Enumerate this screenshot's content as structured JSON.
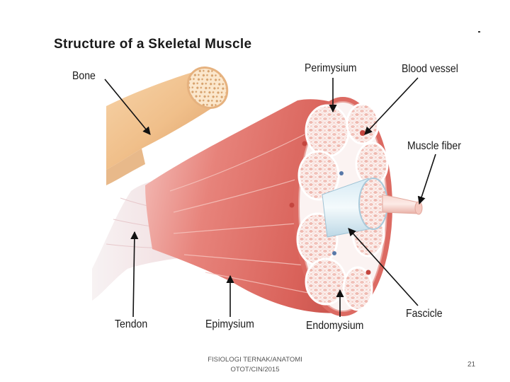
{
  "title": "Structure of a Skeletal Muscle",
  "labels": {
    "bone": "Bone",
    "perimysium": "Perimysium",
    "blood_vessel": "Blood vessel",
    "muscle_fiber": "Muscle fiber",
    "tendon": "Tendon",
    "epimysium": "Epimysium",
    "endomysium": "Endomysium",
    "fascicle": "Fascicle"
  },
  "footer": {
    "line1": "FISIOLOGI TERNAK/ANATOMI",
    "line2": "OTOT/CIN/2015"
  },
  "page_number": "21",
  "colors": {
    "muscle": "#e0706a",
    "muscle_light": "#f2a8a2",
    "bone": "#f0c08e",
    "tendon": "#f4eef0",
    "fascicle_fill": "#f7dcd8",
    "fiber": "#f6c8c0"
  }
}
